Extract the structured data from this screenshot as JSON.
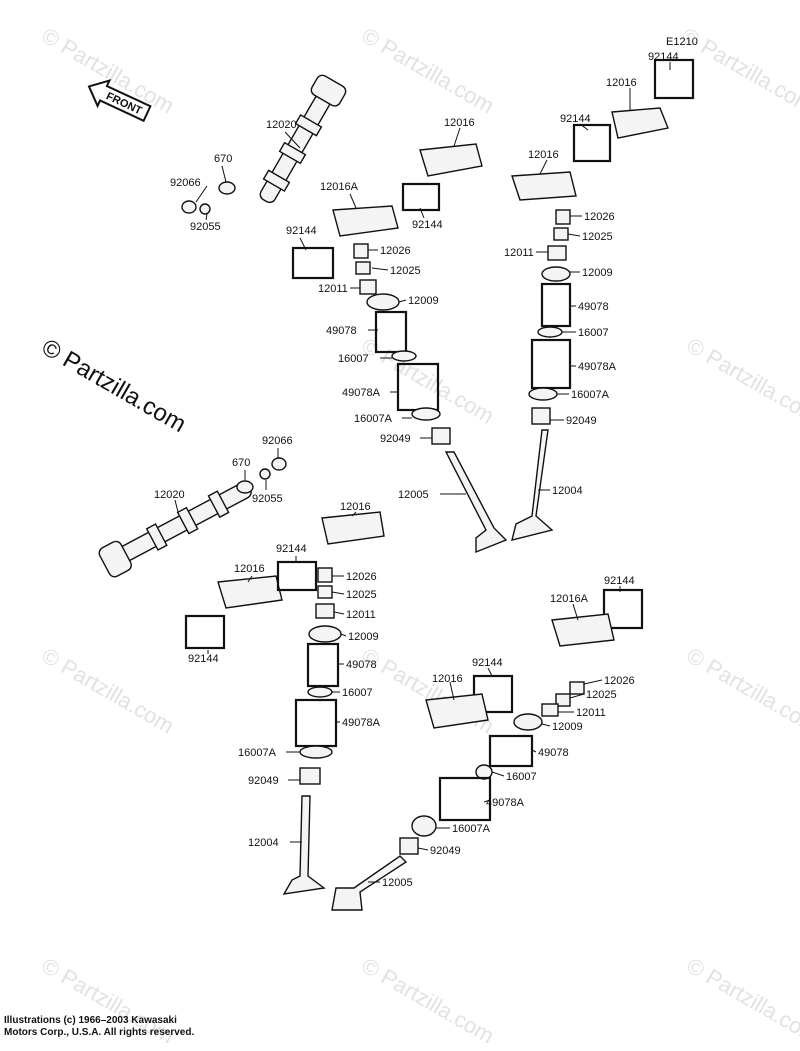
{
  "diagram_code": "E1210",
  "front_arrow_text": "FRONT",
  "copyright": [
    "Illustrations (c) 1966–2003 Kawasaki",
    "Motors Corp., U.S.A.  All rights reserved."
  ],
  "watermark_text": "© Partzilla.com",
  "large_watermark_text": "© Partzilla.com",
  "part_labels": [
    {
      "id": "a1",
      "text": "92144"
    },
    {
      "id": "a2",
      "text": "12016"
    },
    {
      "id": "a3",
      "text": "92144"
    },
    {
      "id": "a4",
      "text": "12016"
    },
    {
      "id": "a5",
      "text": "12026"
    },
    {
      "id": "a6",
      "text": "12025"
    },
    {
      "id": "a7",
      "text": "12011"
    },
    {
      "id": "a8",
      "text": "12009"
    },
    {
      "id": "a9",
      "text": "49078"
    },
    {
      "id": "a10",
      "text": "16007"
    },
    {
      "id": "a11",
      "text": "49078A"
    },
    {
      "id": "a12",
      "text": "16007A"
    },
    {
      "id": "a13",
      "text": "92049"
    },
    {
      "id": "a14",
      "text": "12004"
    },
    {
      "id": "b1",
      "text": "12016"
    },
    {
      "id": "b2",
      "text": "12016A"
    },
    {
      "id": "b3",
      "text": "92144"
    },
    {
      "id": "b4",
      "text": "92144"
    },
    {
      "id": "b5",
      "text": "12026"
    },
    {
      "id": "b6",
      "text": "12025"
    },
    {
      "id": "b7",
      "text": "12011"
    },
    {
      "id": "b8",
      "text": "12009"
    },
    {
      "id": "b9",
      "text": "49078"
    },
    {
      "id": "b10",
      "text": "16007"
    },
    {
      "id": "b11",
      "text": "49078A"
    },
    {
      "id": "b12",
      "text": "16007A"
    },
    {
      "id": "b13",
      "text": "92049"
    },
    {
      "id": "b14",
      "text": "12005"
    },
    {
      "id": "c1",
      "text": "12020"
    },
    {
      "id": "c2",
      "text": "670"
    },
    {
      "id": "c3",
      "text": "92066"
    },
    {
      "id": "c4",
      "text": "92055"
    },
    {
      "id": "d1",
      "text": "92066"
    },
    {
      "id": "d2",
      "text": "670"
    },
    {
      "id": "d3",
      "text": "92055"
    },
    {
      "id": "d4",
      "text": "12020"
    },
    {
      "id": "e1",
      "text": "12016"
    },
    {
      "id": "e2",
      "text": "92144"
    },
    {
      "id": "e3",
      "text": "12016"
    },
    {
      "id": "e4",
      "text": "92144"
    },
    {
      "id": "e5",
      "text": "12026"
    },
    {
      "id": "e6",
      "text": "12025"
    },
    {
      "id": "e7",
      "text": "12011"
    },
    {
      "id": "e8",
      "text": "12009"
    },
    {
      "id": "e9",
      "text": "49078"
    },
    {
      "id": "e10",
      "text": "16007"
    },
    {
      "id": "e11",
      "text": "49078A"
    },
    {
      "id": "e12",
      "text": "16007A"
    },
    {
      "id": "e13",
      "text": "92049"
    },
    {
      "id": "e14",
      "text": "12004"
    },
    {
      "id": "f1",
      "text": "92144"
    },
    {
      "id": "f2",
      "text": "12016A"
    },
    {
      "id": "f3",
      "text": "92144"
    },
    {
      "id": "f4",
      "text": "12016"
    },
    {
      "id": "f5",
      "text": "12026"
    },
    {
      "id": "f6",
      "text": "12025"
    },
    {
      "id": "f7",
      "text": "12011"
    },
    {
      "id": "f8",
      "text": "12009"
    },
    {
      "id": "f9",
      "text": "49078"
    },
    {
      "id": "f10",
      "text": "16007"
    },
    {
      "id": "f11",
      "text": "49078A"
    },
    {
      "id": "f12",
      "text": "16007A"
    },
    {
      "id": "f13",
      "text": "92049"
    },
    {
      "id": "f14",
      "text": "12005"
    }
  ]
}
